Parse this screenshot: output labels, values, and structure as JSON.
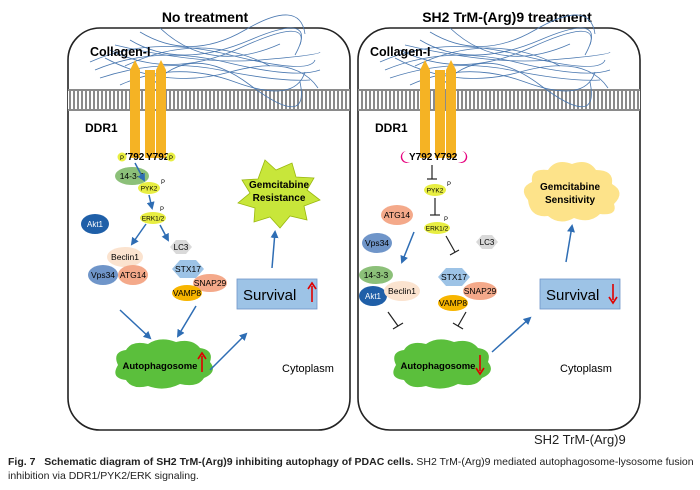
{
  "left_panel": {
    "title": "No treatment",
    "collagen": "Collagen-I",
    "receptor": "DDR1",
    "y792_a": "Y792",
    "y792_b": "Y792",
    "p_a": "P",
    "p_b": "P",
    "n1433": "14-3-3",
    "pyk2": "PYK2",
    "pyk2_p": "P",
    "erk": "ERK1/2",
    "erk_p": "P",
    "akt1": "Akt1",
    "lc3": "LC3",
    "beclin1": "Beclin1",
    "stx17": "STX17",
    "vps34": "Vps34",
    "atg14": "ATG14",
    "snap29": "SNAP29",
    "vamp8": "VAMP8",
    "outcome": "Gemcitabine Resistance",
    "survival": "Survival",
    "autophagosome": "Autophagosome",
    "cytoplasm": "Cytoplasm"
  },
  "right_panel": {
    "title": "SH2 TrM-(Arg)9 treatment",
    "collagen": "Collagen-I",
    "receptor": "DDR1",
    "y792_a": "Y792",
    "y792_b": "Y792",
    "pyk2": "PYK2",
    "pyk2_p": "P",
    "erk": "ERK1/2",
    "erk_p": "P",
    "atg14": "ATG14",
    "lc3": "LC3",
    "vps34": "Vps34",
    "stx17": "STX17",
    "n1433": "14-3-3",
    "snap29": "SNAP29",
    "akt1": "Akt1",
    "beclin1": "Beclin1",
    "vamp8": "VAMP8",
    "outcome": "Gemcitabine Sensitivity",
    "survival": "Survival",
    "autophagosome": "Autophagosome",
    "cytoplasm": "Cytoplasm"
  },
  "legend": {
    "label": "SH2 TrM-(Arg)9",
    "color": "#e6007e"
  },
  "caption": {
    "figure_label": "Fig. 7",
    "bold_text": "Schematic diagram of SH2 TrM-(Arg)9 inhibiting autophagy of PDAC cells.",
    "text": "SH2 TrM-(Arg)9 mediated autophagosome-lysosome fusion inhibition via DDR1/PYK2/ERK signaling."
  },
  "colors": {
    "collagen": "#4a78b0",
    "receptor": "#f5b324",
    "membrane": "#8a8a8a",
    "arrow": "#2e6db4",
    "up_arrow": "#e00000",
    "down_arrow": "#e00000",
    "autophagosome": "#5bbf3c",
    "survival_box": "#9dc3e6",
    "resistance_star": "#c8e63a",
    "sensitivity_cloud": "#fde38a"
  }
}
